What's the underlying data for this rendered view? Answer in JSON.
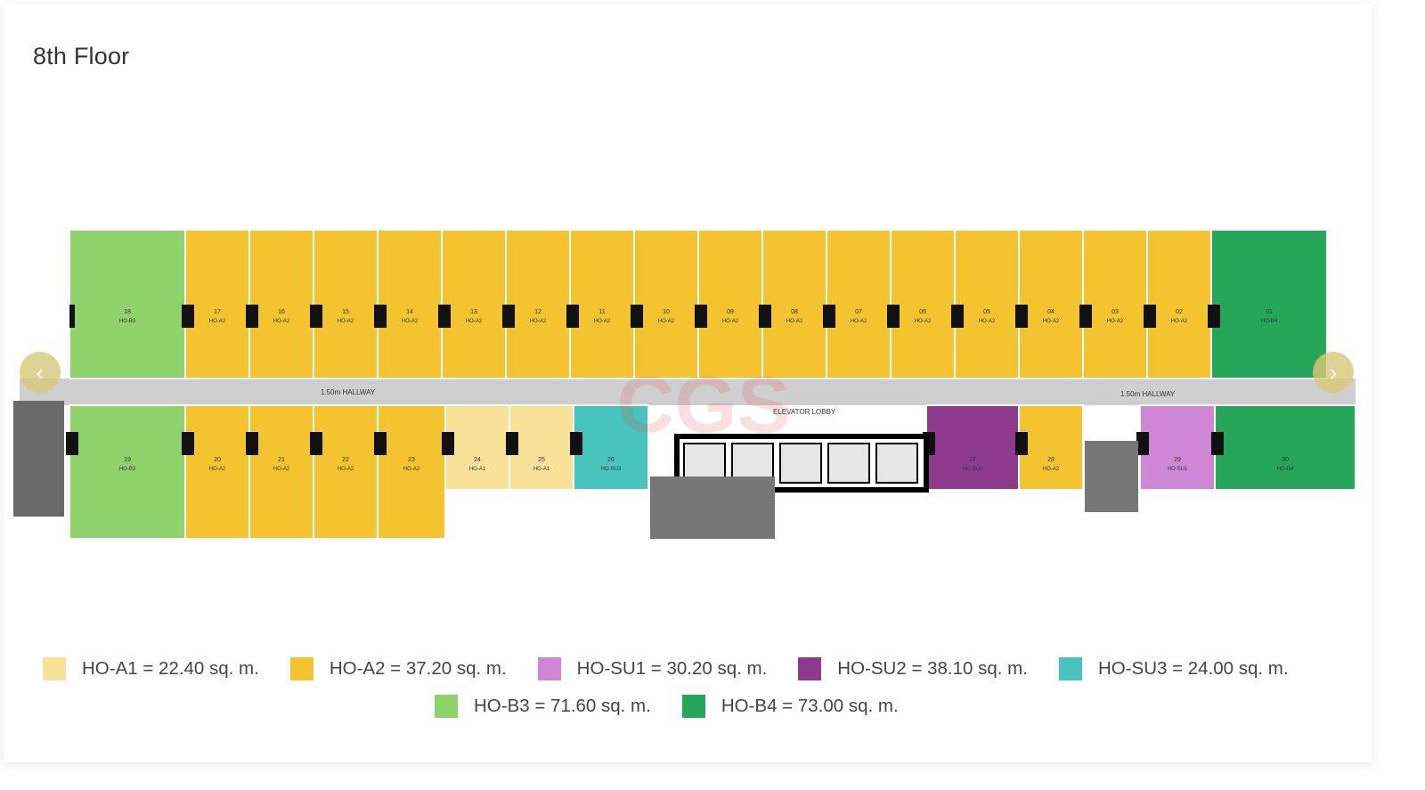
{
  "page": {
    "title": "8th Floor"
  },
  "plan": {
    "labels": {
      "hallway_left": "1.50m HALLWAY",
      "hallway_right": "1.50m HALLWAY",
      "elevator_lobby": "ELEVATOR LOBBY",
      "watermark": "CGS"
    },
    "top_units": [
      {
        "no": "18",
        "type": "HO-B3"
      },
      {
        "no": "17",
        "type": "HO-A2"
      },
      {
        "no": "16",
        "type": "HO-A2"
      },
      {
        "no": "15",
        "type": "HO-A2"
      },
      {
        "no": "14",
        "type": "HO-A2"
      },
      {
        "no": "13",
        "type": "HO-A2"
      },
      {
        "no": "12",
        "type": "HO-A2"
      },
      {
        "no": "11",
        "type": "HO-A2"
      },
      {
        "no": "10",
        "type": "HO-A2"
      },
      {
        "no": "09",
        "type": "HO-A2"
      },
      {
        "no": "08",
        "type": "HO-A2"
      },
      {
        "no": "07",
        "type": "HO-A2"
      },
      {
        "no": "06",
        "type": "HO-A2"
      },
      {
        "no": "05",
        "type": "HO-A2"
      },
      {
        "no": "04",
        "type": "HO-A2"
      },
      {
        "no": "03",
        "type": "HO-A2"
      },
      {
        "no": "02",
        "type": "HO-A2"
      },
      {
        "no": "01",
        "type": "HO-B4"
      }
    ],
    "bottom_units": [
      {
        "no": "19",
        "type": "HO-B3"
      },
      {
        "no": "20",
        "type": "HO-A2"
      },
      {
        "no": "21",
        "type": "HO-A2"
      },
      {
        "no": "22",
        "type": "HO-A2"
      },
      {
        "no": "23",
        "type": "HO-A2"
      },
      {
        "no": "24",
        "type": "HO-A1"
      },
      {
        "no": "25",
        "type": "HO-A1"
      },
      {
        "no": "26",
        "type": "HO-SU3"
      },
      {
        "no": "27",
        "type": "HO-SU2"
      },
      {
        "no": "28",
        "type": "HO-A2"
      },
      {
        "no": "29",
        "type": "HO-SU1"
      },
      {
        "no": "30",
        "type": "HO-B4"
      }
    ]
  },
  "legend": [
    {
      "label": "HO-A1 = 22.40 sq. m.",
      "color": "#f8e29a"
    },
    {
      "label": "HO-A2 = 37.20 sq. m.",
      "color": "#f4c430"
    },
    {
      "label": "HO-SU1 = 30.20 sq. m.",
      "color": "#cf86d4"
    },
    {
      "label": "HO-SU2 = 38.10 sq. m.",
      "color": "#8e3b8e"
    },
    {
      "label": "HO-SU3 = 24.00 sq. m.",
      "color": "#49c3bd"
    },
    {
      "label": "HO-B3 = 71.60 sq. m.",
      "color": "#8fd16b"
    },
    {
      "label": "HO-B4 = 73.00 sq. m.",
      "color": "#26a658"
    }
  ],
  "icons": {
    "prev": "chevron-left-icon",
    "next": "chevron-right-icon"
  }
}
